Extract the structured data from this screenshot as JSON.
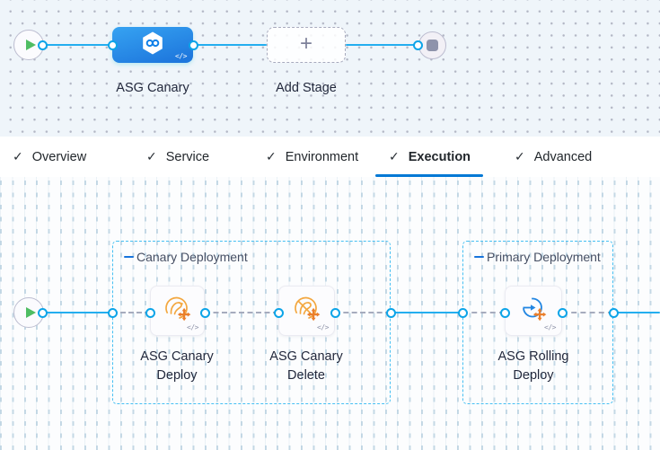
{
  "graph": {
    "stage_label": "ASG Canary",
    "add_stage_label": "Add Stage",
    "plus_glyph": "+",
    "code_glyph": "</>"
  },
  "tabs": {
    "check_glyph": "✓",
    "items": [
      {
        "label": "Overview",
        "checked": true,
        "active": false
      },
      {
        "label": "Service",
        "checked": true,
        "active": false
      },
      {
        "label": "Environment",
        "checked": true,
        "active": false
      },
      {
        "label": "Execution",
        "checked": true,
        "active": true
      },
      {
        "label": "Advanced",
        "checked": true,
        "active": false
      }
    ]
  },
  "execution": {
    "code_glyph": "</>",
    "groups": [
      {
        "title": "Canary Deployment",
        "steps": [
          {
            "name": "ASG Canary Deploy",
            "lines": [
              "ASG Canary",
              "Deploy"
            ],
            "icon": "asg-canary-deploy-icon"
          },
          {
            "name": "ASG Canary Delete",
            "lines": [
              "ASG Canary",
              "Delete"
            ],
            "icon": "asg-canary-delete-icon"
          }
        ]
      },
      {
        "title": "Primary Deployment",
        "steps": [
          {
            "name": "ASG Rolling Deploy",
            "lines": [
              "ASG Rolling",
              "Deploy"
            ],
            "icon": "asg-rolling-deploy-icon"
          }
        ]
      }
    ]
  },
  "colors": {
    "connector_blue": "#24aeef",
    "port_ring_blue": "#0ca4e8",
    "stage_node_blue": "#2b85e8",
    "active_tab_underline": "#0278d5",
    "group_border_blue": "#45bff2",
    "canary_orange": "#f3a73f",
    "cross_orange": "#ea7f2c",
    "rolling_blue": "#2286e2",
    "play_green": "#4fbd63"
  }
}
